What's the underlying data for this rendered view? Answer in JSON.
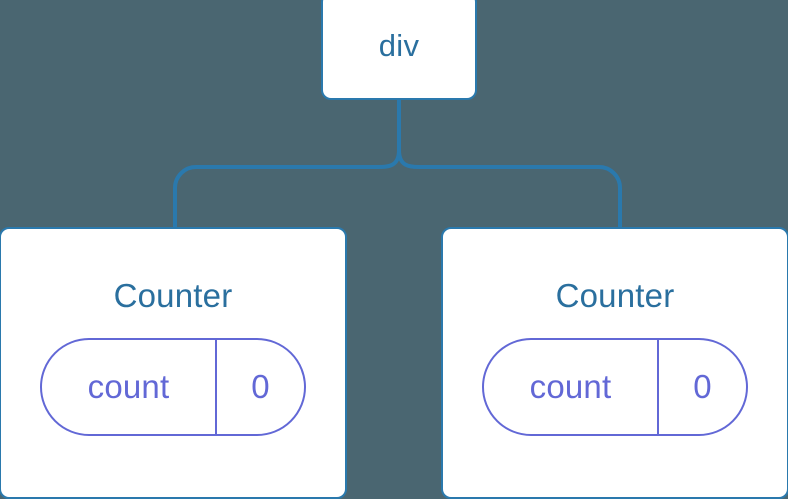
{
  "diagram": {
    "type": "component-tree",
    "background_color": "#4a6671",
    "node_border_color": "#2a79ad",
    "node_text_color": "#2a6f9e",
    "state_color": "#6268d6",
    "connector_color": "#2a79ad"
  },
  "root": {
    "label": "div"
  },
  "children": [
    {
      "title": "Counter",
      "state": {
        "key": "count",
        "value": "0"
      }
    },
    {
      "title": "Counter",
      "state": {
        "key": "count",
        "value": "0"
      }
    }
  ]
}
